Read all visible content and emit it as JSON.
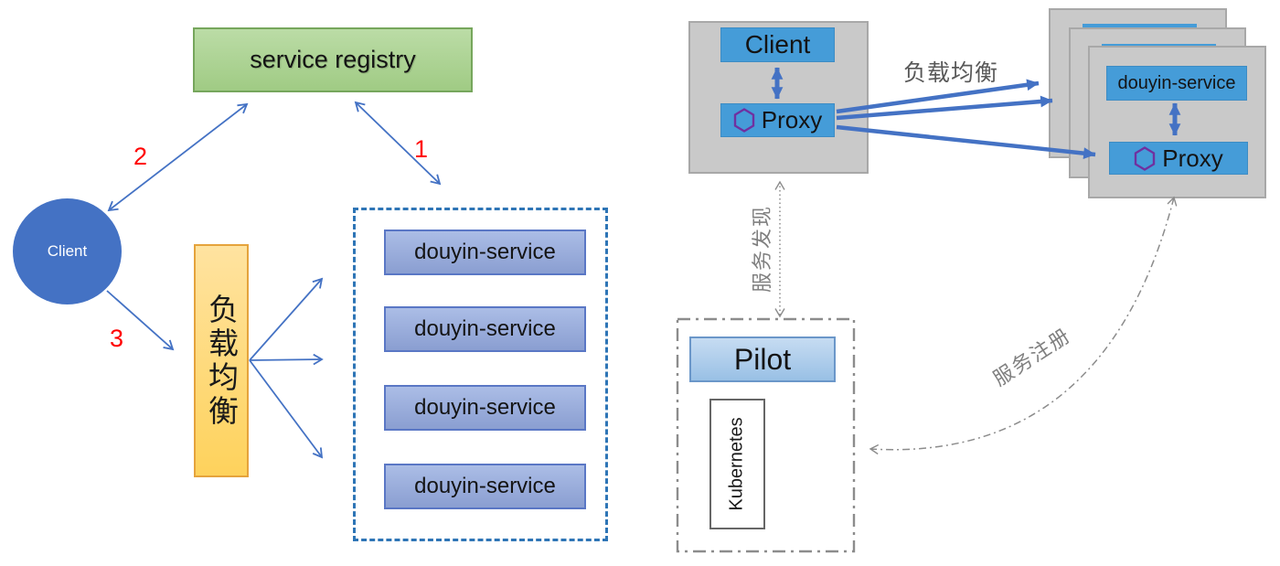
{
  "left_diagram": {
    "registry_label": "service registry",
    "client_label": "Client",
    "load_balancer_label": "负载均衡",
    "services": [
      "douyin-service",
      "douyin-service",
      "douyin-service",
      "douyin-service"
    ],
    "steps": {
      "s1": "1",
      "s2": "2",
      "s3": "3"
    }
  },
  "right_diagram": {
    "pod": {
      "client_label": "Client",
      "proxy_label": "Proxy"
    },
    "load_balance_label": "负载均衡",
    "service_discovery_label": "服务发现",
    "service_registration_label": "服务注册",
    "card": {
      "service_label": "douyin-service",
      "proxy_label": "Proxy"
    },
    "pilot_label": "Pilot",
    "kubernetes_label": "Kubernetes"
  },
  "colors": {
    "arrow_blue": "#4472C4",
    "box_blue": "#459CD8",
    "registry_green": "#A9D18E",
    "load_balancer_yellow": "#FFD966",
    "service_periwinkle": "#8FA3D6",
    "card_gray": "#C9C9C9",
    "hexagon_purple": "#7030A0",
    "step_red": "#FF0000",
    "muted_gray": "#7F7F7F"
  }
}
